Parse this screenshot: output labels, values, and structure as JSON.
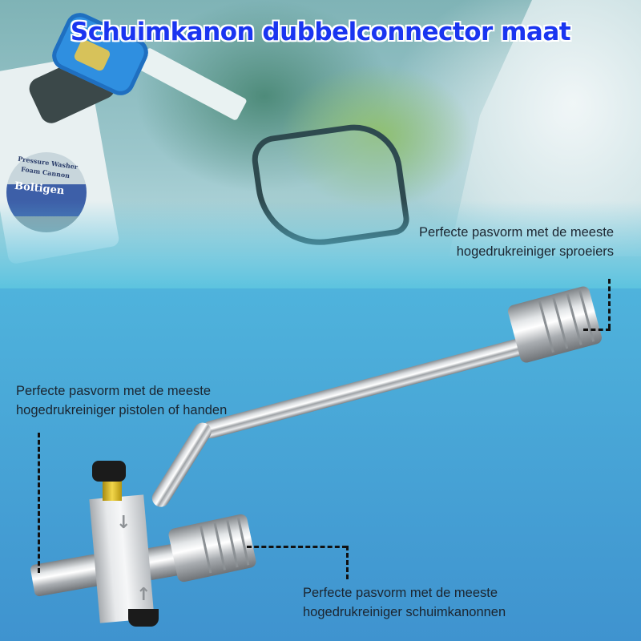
{
  "title": "Schuimkanon dubbelconnector maat",
  "colors": {
    "title": "#1a35f0",
    "title_outline": "#ffffff",
    "background_top": "#5cc3df",
    "background_bottom": "#3f93cf",
    "callout_text": "#1b2530",
    "dash_line": "#111111"
  },
  "background_photo": {
    "bottle_label": {
      "line1": "Pressure Washer",
      "line2": "Foam Cannon",
      "brand": "Boltigen"
    }
  },
  "callouts": [
    {
      "id": "sprayers",
      "lines": [
        "Perfecte pasvorm met de meeste",
        "hogedrukreiniger sproeiers"
      ]
    },
    {
      "id": "pistols",
      "lines": [
        "Perfecte pasvorm met de meeste",
        "hogedrukreiniger pistolen of handen"
      ]
    },
    {
      "id": "foam-cannons",
      "lines": [
        "Perfecte pasvorm met de meeste",
        "hogedrukreiniger schuimkanonnen"
      ]
    }
  ],
  "product": {
    "flow_arrows": [
      "↓",
      "↑"
    ]
  }
}
